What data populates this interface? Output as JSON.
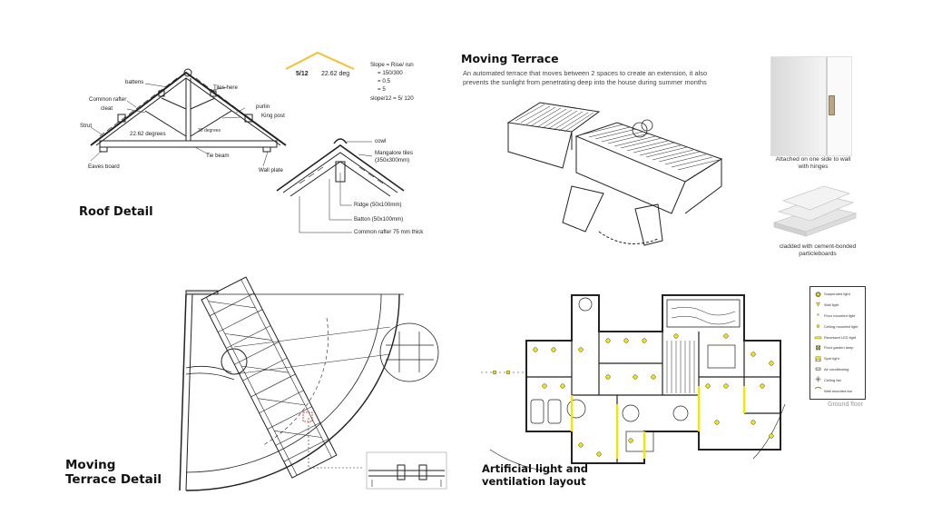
{
  "roof": {
    "title": "Roof Detail",
    "labels": {
      "battens": "battens",
      "tiles_here": "Tiles here",
      "common_rafter": "Common rafter",
      "cleat": "cleat",
      "purlin": "purlin",
      "king_post": "King post",
      "strut": "Strut",
      "angle": "22.62 degrees",
      "angle_small": "30 degrees",
      "tie_beam": "Tie beam",
      "eaves_board": "Eaves board",
      "wall_plate": "Wall plate"
    },
    "slope_ratio": "5/12",
    "slope_deg": "22.62 deg",
    "slope_lines": [
      "Slope = Rise/ run",
      "= 150/300",
      "= 0.5",
      "= 5"
    ],
    "slope_formula": "slope/12 = 5/ 120",
    "ridge_labels": {
      "cowl": "cowl",
      "mangalore_1": "Mangalore tiles",
      "mangalore_2": "(350x300mm)",
      "ridge": "Ridge (50x100mm)",
      "batten": "Batton (50x100mm)",
      "common_rafter": "Common rafter 75 mm thick"
    },
    "slope_color": "#f2c230"
  },
  "terrace": {
    "title": "Moving Terrace",
    "description": "An automated terrace that moves between 2 spaces to create an extension, it also prevents the sunlight from penetrating deep into the house during summer months",
    "caption_hinge_1": "Attached on one side to wall",
    "caption_hinge_2": "with hinges",
    "caption_board_1": "cladded with cement-bonded",
    "caption_board_2": "particleboards"
  },
  "detail": {
    "title_1": "Moving",
    "title_2": "Terrace Detail"
  },
  "lighting": {
    "title_1": "Artificial light and",
    "title_2": "ventilation layout",
    "floor_label": "Ground floor",
    "accent": "#f5e600",
    "legend": [
      {
        "icon": "suspended-light-icon",
        "label": "Suspended light"
      },
      {
        "icon": "wall-light-icon",
        "label": "Wall light"
      },
      {
        "icon": "floor-light-icon",
        "label": "Floor mounted light"
      },
      {
        "icon": "ceiling-light-icon",
        "label": "Ceiling mounted light"
      },
      {
        "icon": "recessed-led-icon",
        "label": "Recessed LED light"
      },
      {
        "icon": "garden-lamp-icon",
        "label": "Floor garden lamp"
      },
      {
        "icon": "spot-light-icon",
        "label": "Spot light"
      },
      {
        "icon": "air-conditioning-icon",
        "label": "Air conditioning"
      },
      {
        "icon": "ceiling-fan-icon",
        "label": "Ceiling fan"
      },
      {
        "icon": "wall-fan-icon",
        "label": "Wall mounted fan"
      }
    ]
  }
}
